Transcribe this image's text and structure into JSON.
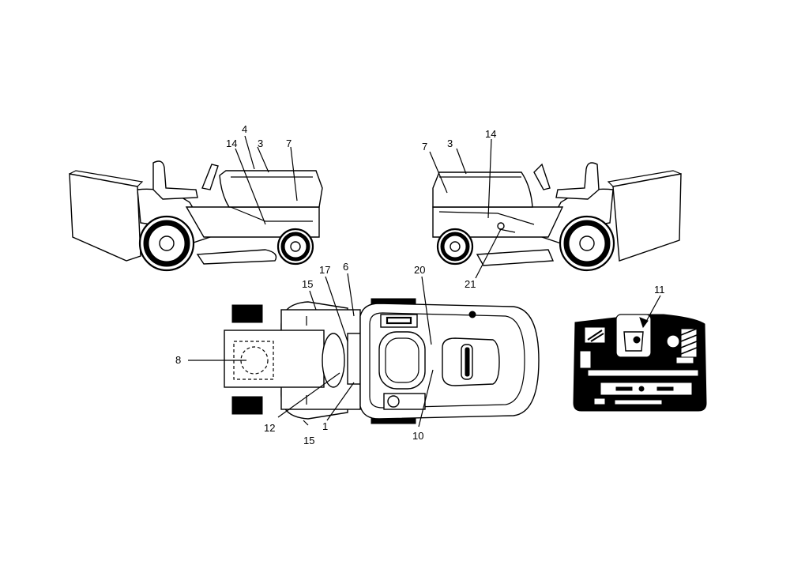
{
  "callouts": {
    "left_side": [
      "4",
      "3",
      "14",
      "7"
    ],
    "right_side": [
      "7",
      "3",
      "14",
      "21"
    ],
    "top_view": [
      "15",
      "17",
      "6",
      "20",
      "8",
      "12",
      "1",
      "15",
      "10"
    ],
    "panel": [
      "11"
    ]
  }
}
